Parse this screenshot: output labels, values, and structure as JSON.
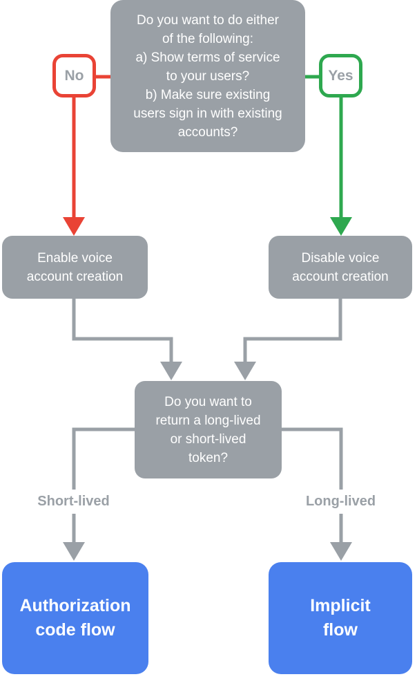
{
  "diagram": {
    "title": "voice-account-linking-decision-flowchart",
    "question_top": "Do you want to do either\nof the following:\na) Show terms of service\nto your users?\nb) Make sure existing\nusers sign in with existing\naccounts?",
    "no_label": "No",
    "yes_label": "Yes",
    "enable_box": "Enable voice\naccount creation",
    "disable_box": "Disable voice\naccount creation",
    "question_mid": "Do you want to\nreturn a long-lived\nor short-lived\ntoken?",
    "short_lived_label": "Short-lived",
    "long_lived_label": "Long-lived",
    "auth_box": "Authorization\ncode flow",
    "implicit_box": "Implicit\nflow"
  },
  "colors": {
    "box_gray": "#9AA0A6",
    "connector_gray": "#9AA0A6",
    "no_red": "#E94335",
    "yes_green": "#2EA84F",
    "flow_blue": "#4A80EE",
    "label_gray": "#9AA0A6",
    "box_text": "#FFFFFF",
    "background": "#FFFFFF"
  }
}
